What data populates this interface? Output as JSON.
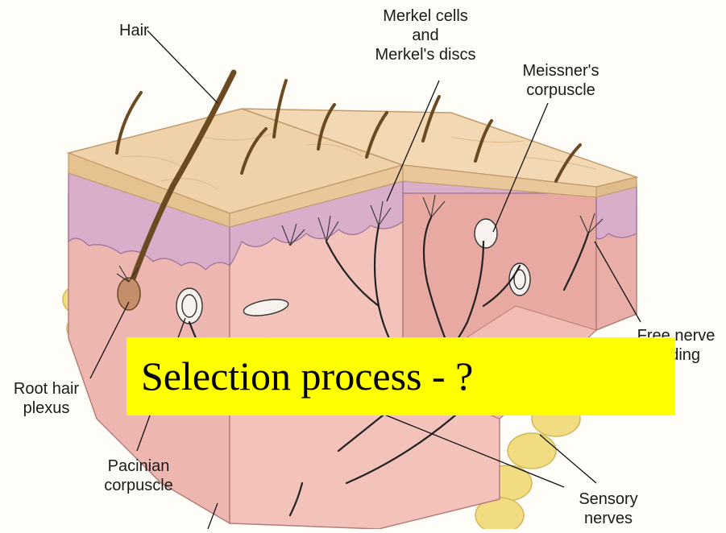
{
  "labels": {
    "hair": "Hair",
    "merkel": [
      "Merkel cells",
      "and",
      "Merkel's discs"
    ],
    "meissner": [
      "Meissner's",
      "corpuscle"
    ],
    "free_nerve": [
      "Free nerve",
      "ending"
    ],
    "root_hair": [
      "Root hair",
      "plexus"
    ],
    "pacinian": [
      "Pacinian",
      "corpuscle"
    ],
    "sensory": [
      "Sensory",
      "nerves"
    ]
  },
  "banner": {
    "text": "Selection process - ?",
    "color": "#ffff00"
  },
  "colors": {
    "epidermis": "#f0d2a8",
    "dermis": "#eeb6b0",
    "papillary": "#d9b0cc",
    "fat": "#f1dc82",
    "nerve": "#222222",
    "hair": "#6b4a22"
  }
}
